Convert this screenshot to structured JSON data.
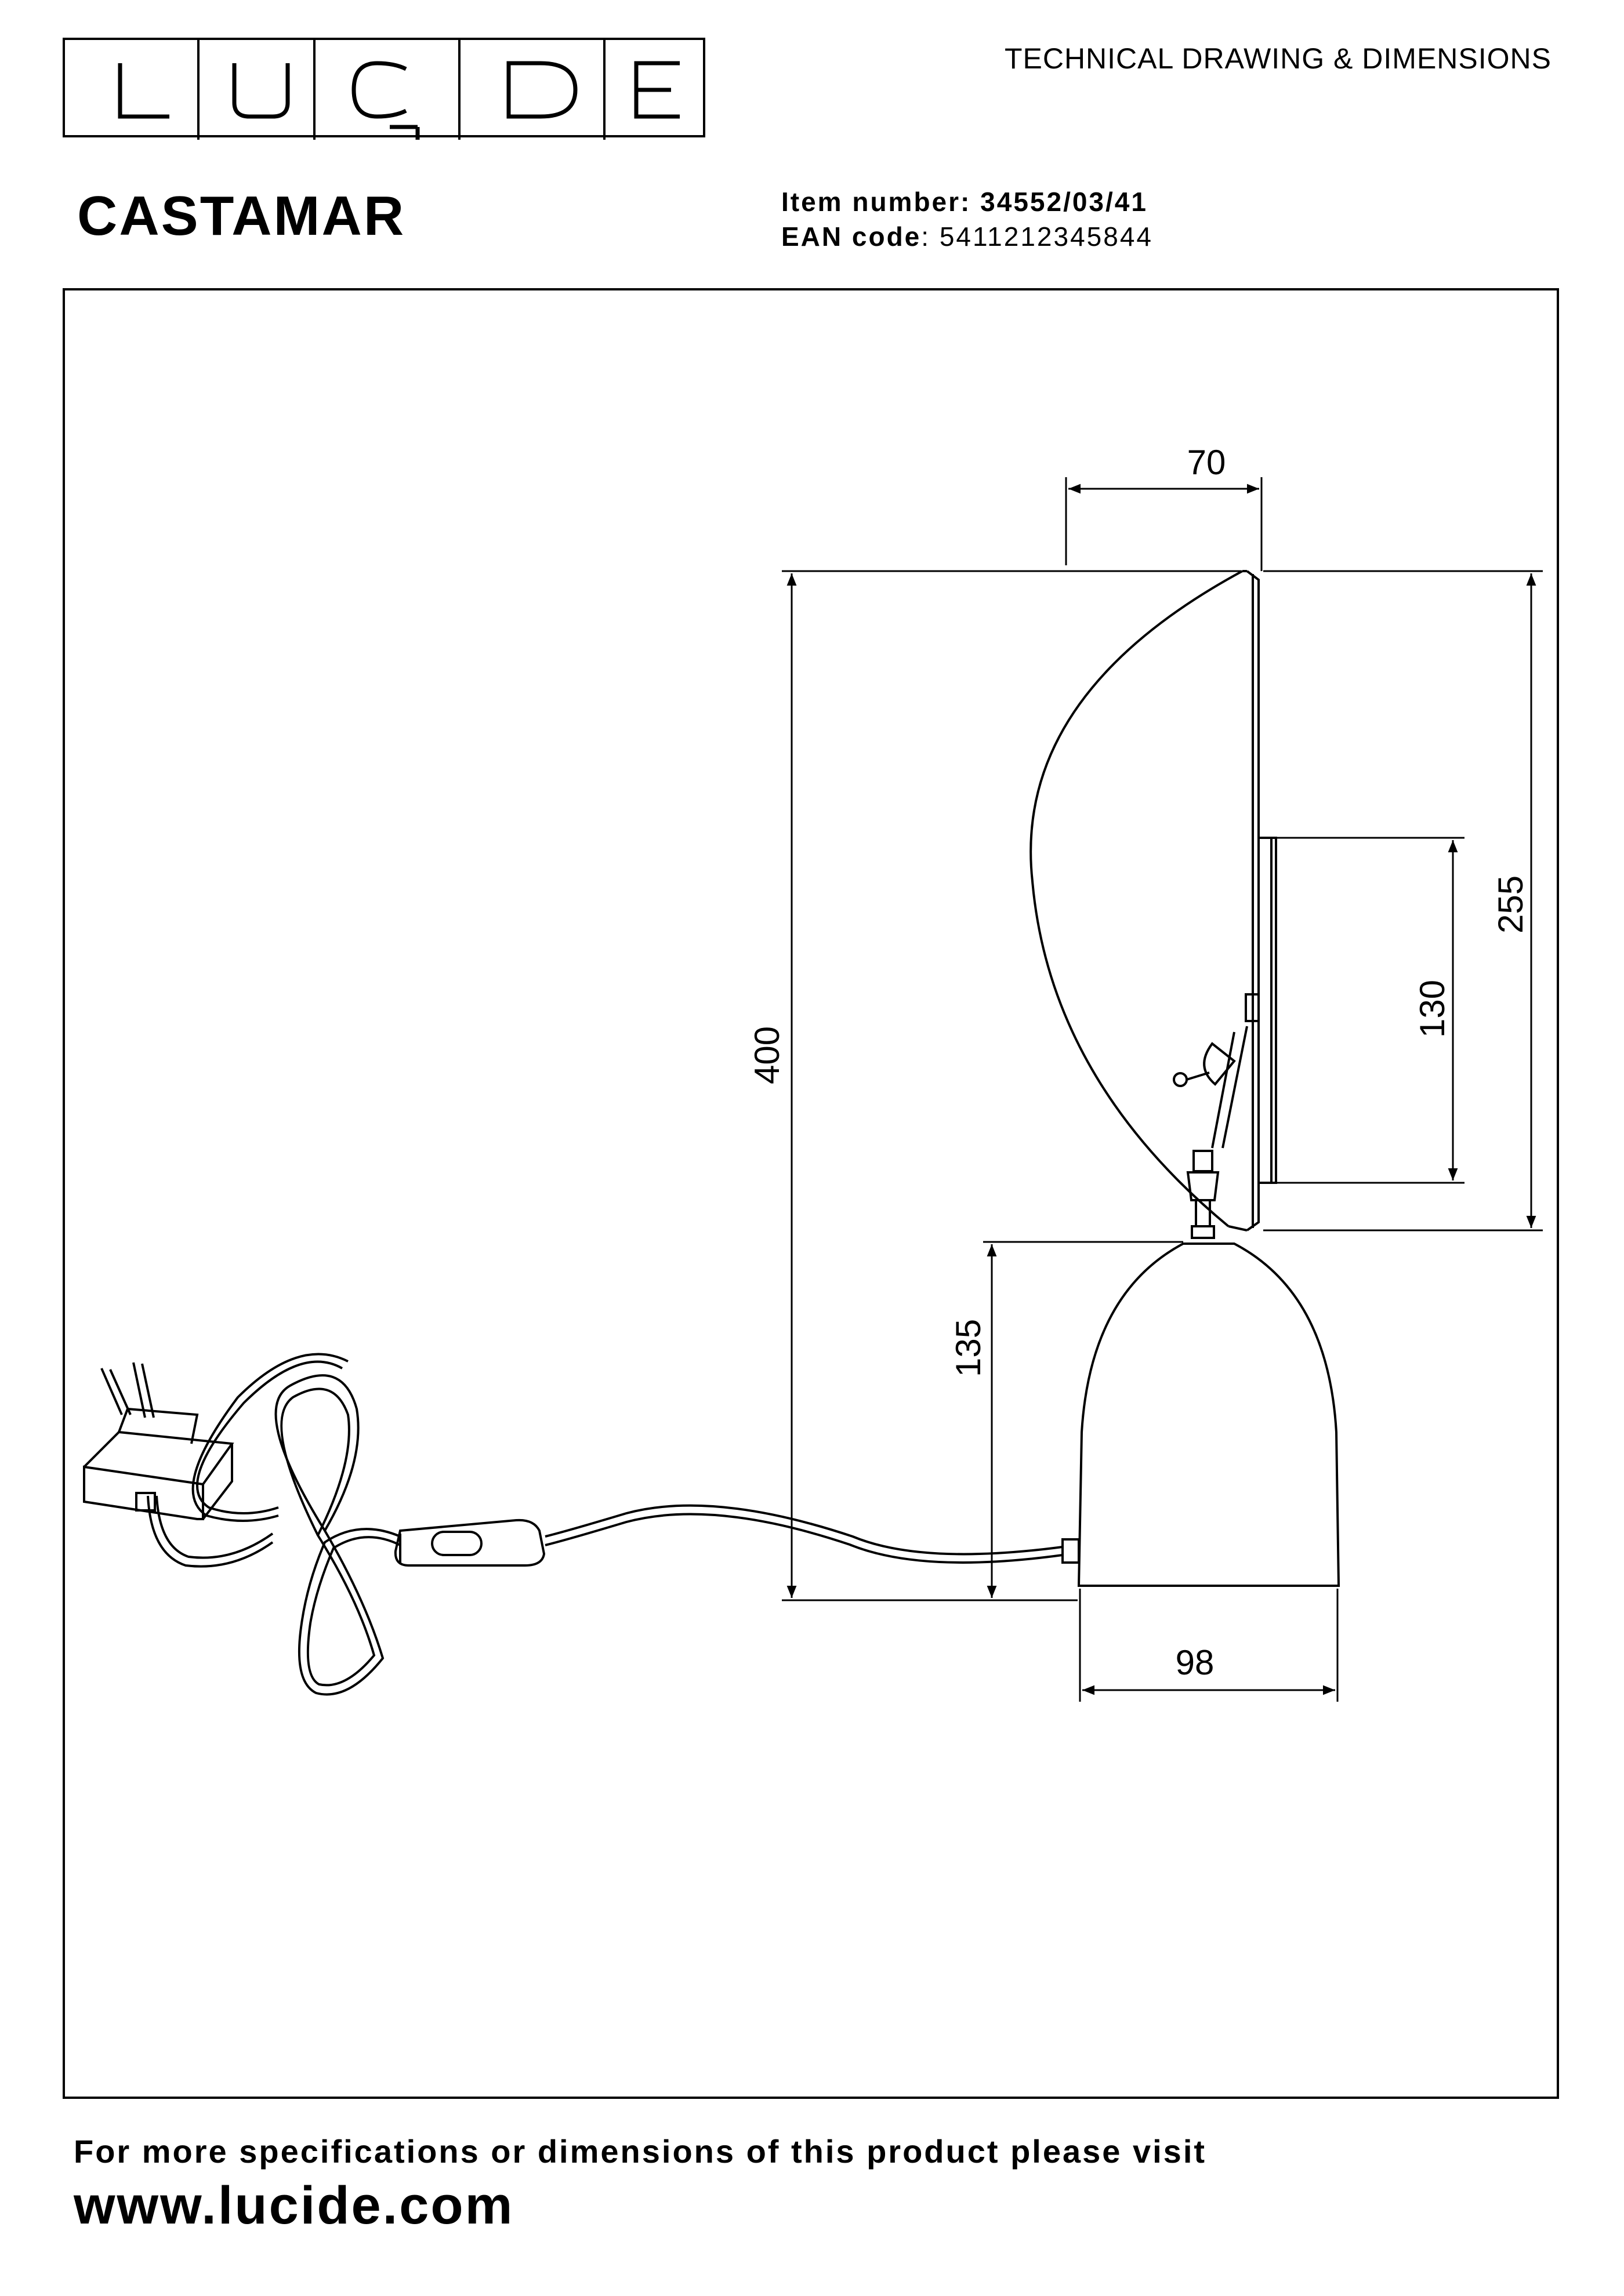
{
  "brand": {
    "logo_text": "LUCiDE"
  },
  "header": {
    "doc_type": "TECHNICAL DRAWING & DIMENSIONS",
    "product_name": "CASTAMAR",
    "item_number_label": "Item number:",
    "item_number": "34552/03/41",
    "ean_label": "EAN code",
    "ean_value": ": 5411212345844"
  },
  "dimensions": {
    "shade_depth": "70",
    "total_height": "400",
    "shade_diameter": "255",
    "backplate_height": "130",
    "base_height": "135",
    "base_diameter": "98"
  },
  "footer": {
    "note": "For more specifications or dimensions of this product please visit",
    "url": "www.lucide.com"
  }
}
